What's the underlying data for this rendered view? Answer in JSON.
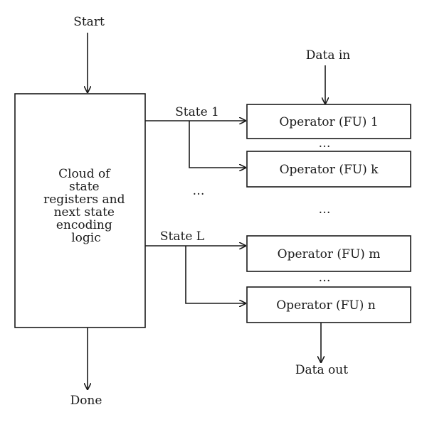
{
  "labels": {
    "start": "Start",
    "done": "Done",
    "data_in": "Data in",
    "data_out": "Data out",
    "state_1": "State 1",
    "state_l": "State L"
  },
  "cloud_lines": [
    "Cloud of",
    "state",
    "registers and",
    "next state",
    "encoding",
    "logic"
  ],
  "operators": {
    "op_1": "Operator (FU) 1",
    "op_k": "Operator (FU) k",
    "op_m": "Operator (FU) m",
    "op_n": "Operator (FU) n"
  },
  "ellipsis": "…"
}
